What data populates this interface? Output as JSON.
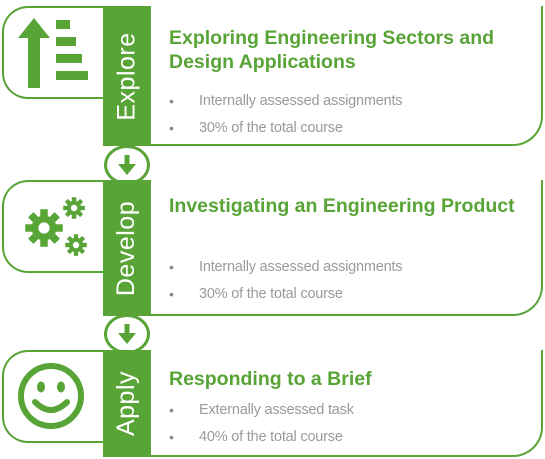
{
  "colors": {
    "accent": "#58a436",
    "bullet_text": "#9a9a9a"
  },
  "stages": [
    {
      "label": "Explore",
      "icon": "ascending-bars-up-arrow-icon",
      "title": "Exploring Engineering Sectors and Design Applications",
      "bullets": [
        "Internally assessed assignments",
        "30% of the total course"
      ]
    },
    {
      "label": "Develop",
      "icon": "gears-icon",
      "title": "Investigating an Engineering Product",
      "bullets": [
        "Internally assessed assignments",
        "30% of the total course"
      ]
    },
    {
      "label": "Apply",
      "icon": "smiley-face-icon",
      "title": "Responding to a Brief",
      "bullets": [
        "Externally assessed task",
        "40% of the total course"
      ]
    }
  ],
  "connector_icon": "arrow-down-icon",
  "bullet_glyph": "•"
}
